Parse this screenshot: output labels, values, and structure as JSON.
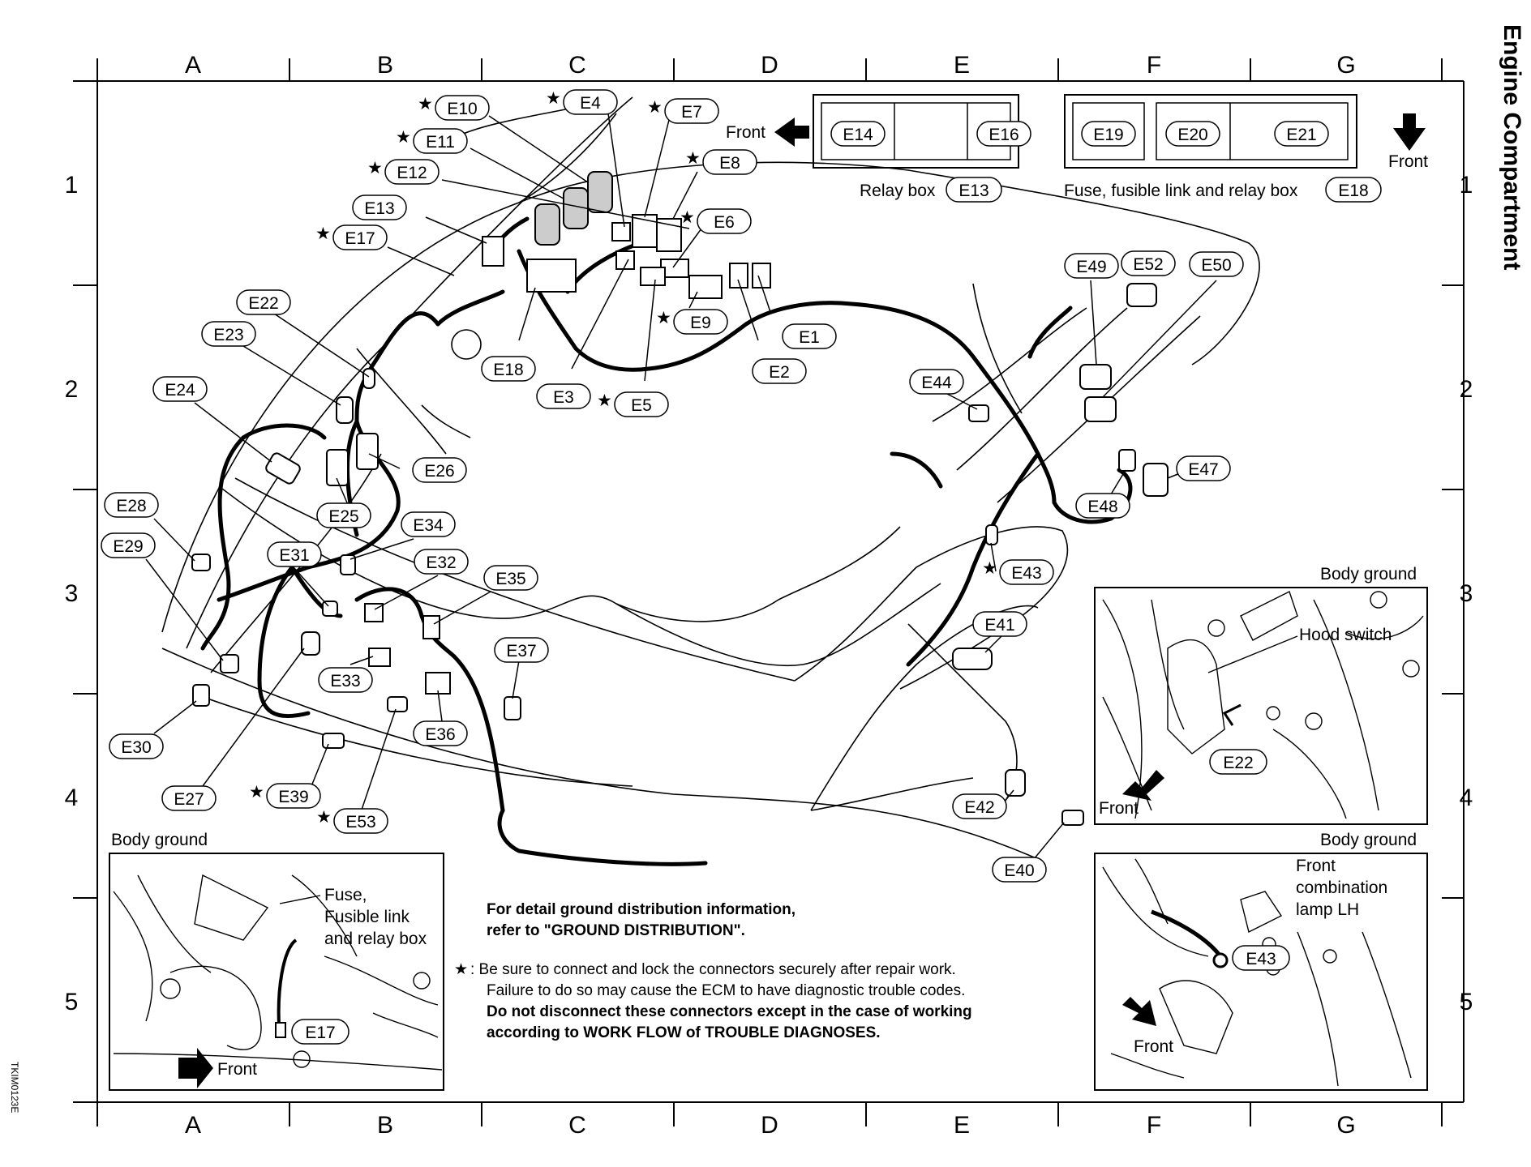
{
  "side_title": "Engine Compartment",
  "figure_code": "TKIM0123E",
  "columns": [
    "A",
    "B",
    "C",
    "D",
    "E",
    "F",
    "G"
  ],
  "rows": [
    "1",
    "2",
    "3",
    "4",
    "5"
  ],
  "relay_box": {
    "front_label": "Front",
    "cells": [
      "E14",
      "",
      "E16"
    ],
    "caption": "Relay box",
    "caption_tag": "E13"
  },
  "fuse_box": {
    "front_label": "Front",
    "cells": [
      "E19",
      "E20",
      "E21"
    ],
    "caption": "Fuse, fusible link and relay box",
    "caption_tag": "E18"
  },
  "connectors": [
    {
      "id": "E10",
      "star": true
    },
    {
      "id": "E11",
      "star": true
    },
    {
      "id": "E12",
      "star": true
    },
    {
      "id": "E13",
      "star": false
    },
    {
      "id": "E17",
      "star": true
    },
    {
      "id": "E4",
      "star": true
    },
    {
      "id": "E7",
      "star": true
    },
    {
      "id": "E8",
      "star": true
    },
    {
      "id": "E6",
      "star": true
    },
    {
      "id": "E1",
      "star": false
    },
    {
      "id": "E2",
      "star": false
    },
    {
      "id": "E9",
      "star": true
    },
    {
      "id": "E5",
      "star": true
    },
    {
      "id": "E3",
      "star": false
    },
    {
      "id": "E18",
      "star": false
    },
    {
      "id": "E22",
      "star": false
    },
    {
      "id": "E23",
      "star": false
    },
    {
      "id": "E24",
      "star": false
    },
    {
      "id": "E26",
      "star": false
    },
    {
      "id": "E25",
      "star": false
    },
    {
      "id": "E28",
      "star": false
    },
    {
      "id": "E29",
      "star": false
    },
    {
      "id": "E31",
      "star": false
    },
    {
      "id": "E34",
      "star": false
    },
    {
      "id": "E32",
      "star": false
    },
    {
      "id": "E35",
      "star": false
    },
    {
      "id": "E33",
      "star": false
    },
    {
      "id": "E37",
      "star": false
    },
    {
      "id": "E36",
      "star": false
    },
    {
      "id": "E30",
      "star": false
    },
    {
      "id": "E27",
      "star": false
    },
    {
      "id": "E39",
      "star": true
    },
    {
      "id": "E53",
      "star": true
    },
    {
      "id": "E49",
      "star": false
    },
    {
      "id": "E52",
      "star": false
    },
    {
      "id": "E50",
      "star": false
    },
    {
      "id": "E44",
      "star": false
    },
    {
      "id": "E47",
      "star": false
    },
    {
      "id": "E48",
      "star": false
    },
    {
      "id": "E43",
      "star": true
    },
    {
      "id": "E41",
      "star": false
    },
    {
      "id": "E42",
      "star": false
    },
    {
      "id": "E40",
      "star": false
    }
  ],
  "inset_left": {
    "title": "Body ground",
    "label_lines": [
      "Fuse,",
      "Fusible link",
      "and relay box"
    ],
    "tag": "E17",
    "front_label": "Front"
  },
  "inset_right_top": {
    "title": "Body ground",
    "label": "Hood switch",
    "tag": "E22",
    "front_label": "Front"
  },
  "inset_right_bottom": {
    "title": "Body ground",
    "label_lines": [
      "Front",
      "combination",
      "lamp LH"
    ],
    "tag": "E43",
    "front_label": "Front"
  },
  "notes": {
    "ground_line1": "For detail ground distribution information,",
    "ground_line2": "refer to \"GROUND DISTRIBUTION\".",
    "star_symbol": "★",
    "star_line1": ": Be sure to connect and lock the connectors securely after repair work.",
    "star_line2": "Failure to do so may cause the ECM to have diagnostic trouble codes.",
    "star_line3": "Do not disconnect these connectors except in the case of working",
    "star_line4": "according to WORK FLOW of TROUBLE DIAGNOSES."
  }
}
